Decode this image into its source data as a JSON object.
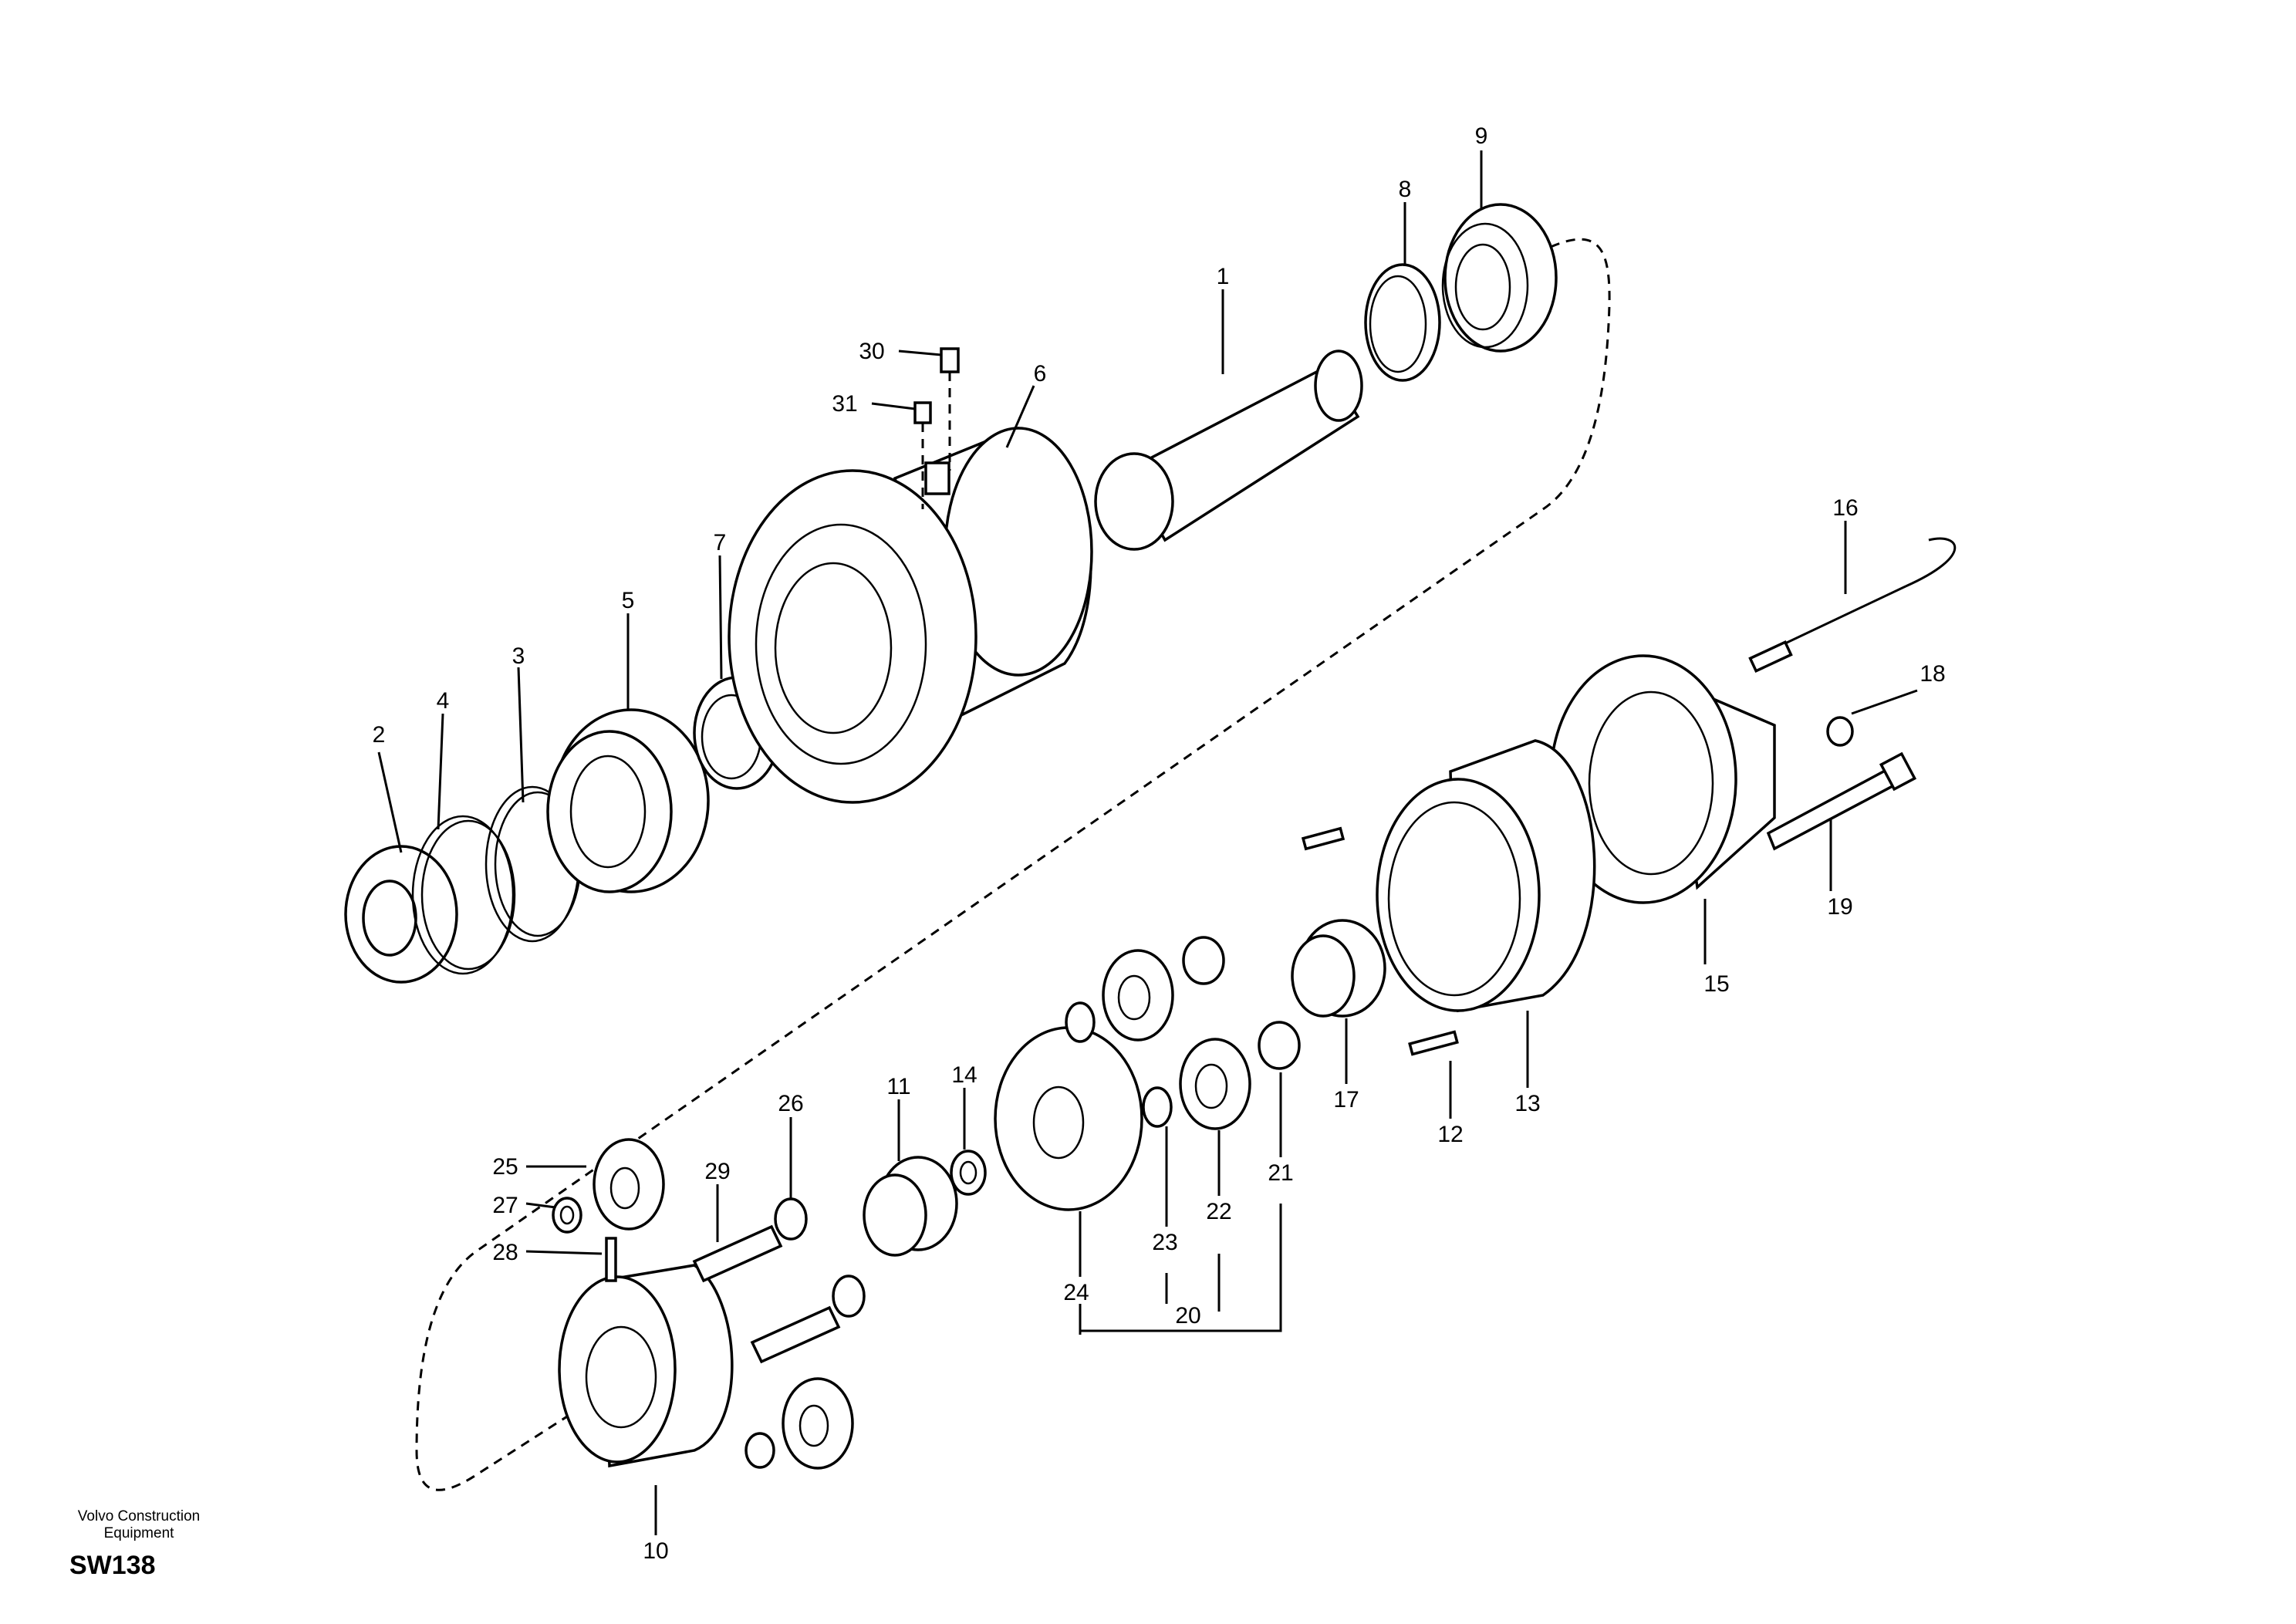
{
  "footer": {
    "brand_line1": "Volvo Construction",
    "brand_line2": "Equipment",
    "code": "SW138"
  },
  "callouts": {
    "c1": "1",
    "c2": "2",
    "c3": "3",
    "c4": "4",
    "c5": "5",
    "c6": "6",
    "c7": "7",
    "c8": "8",
    "c9": "9",
    "c10": "10",
    "c11": "11",
    "c12": "12",
    "c13": "13",
    "c14": "14",
    "c15": "15",
    "c16": "16",
    "c17": "17",
    "c18": "18",
    "c19": "19",
    "c20": "20",
    "c21": "21",
    "c22": "22",
    "c23": "23",
    "c24": "24",
    "c25": "25",
    "c26": "26",
    "c27": "27",
    "c28": "28",
    "c29": "29",
    "c30": "30",
    "c31": "31"
  }
}
